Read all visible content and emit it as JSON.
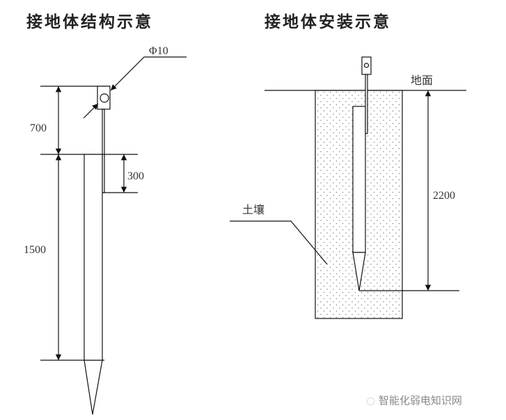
{
  "left": {
    "title": "接地体结构示意",
    "diameter_label": "Φ10",
    "dim_top": "700",
    "dim_strap": "300",
    "dim_body": "1500"
  },
  "right": {
    "title": "接地体安装示意",
    "ground_label": "地面",
    "soil_label": "土壤",
    "dim_depth": "2200"
  },
  "watermark": "智能化弱电知识网"
}
